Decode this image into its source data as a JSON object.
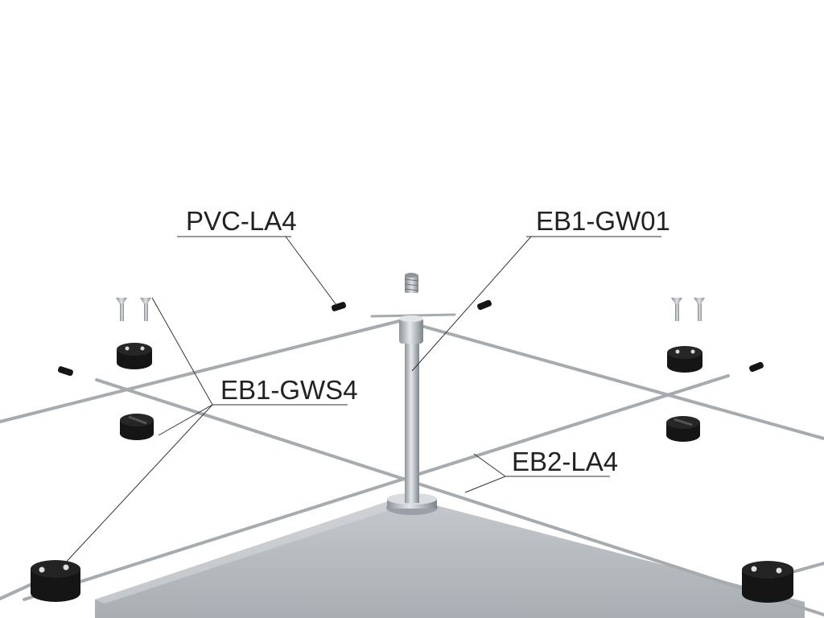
{
  "callouts": {
    "pvc_la4": "PVC-LA4",
    "eb1_gw01": "EB1-GW01",
    "eb1_gws4": "EB1-GWS4",
    "eb2_la4": "EB2-LA4"
  },
  "colors": {
    "background": "#ffffff",
    "platform": "#b9bdc2",
    "cable": "#a7acb1",
    "metal": "#c8cdd2",
    "plastic": "#151515",
    "label": "#222222"
  }
}
